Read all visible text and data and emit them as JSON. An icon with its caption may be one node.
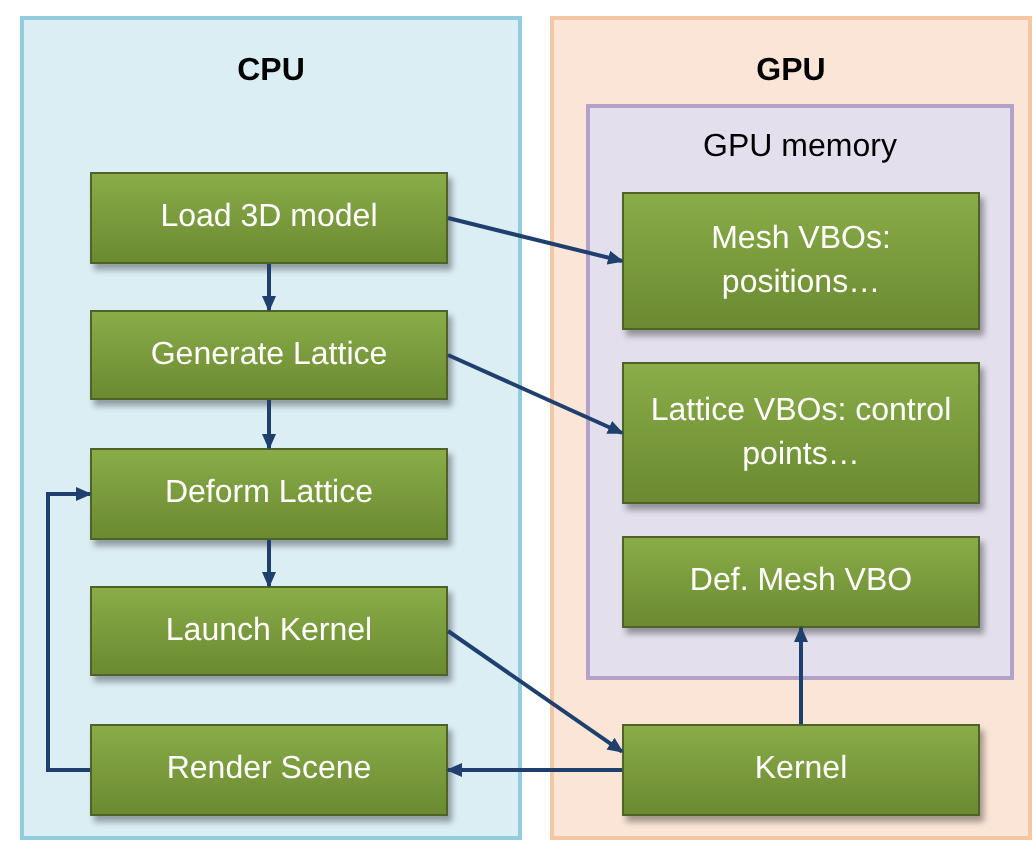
{
  "diagram": {
    "nodes": [
      {
        "text": [
          "CPU"
        ]
      },
      {
        "text": [
          "Load 3D model"
        ],
        "in": 0
      },
      {
        "text": [
          "Generate Lattice"
        ],
        "in": 0
      },
      {
        "text": [
          "Deform Lattice"
        ],
        "in": 0
      },
      {
        "text": [
          "Launch Kernel"
        ],
        "in": 0
      },
      {
        "text": [
          "Render Scene"
        ],
        "in": 0
      },
      {
        "text": [
          "GPU"
        ]
      },
      {
        "text": [
          "GPU memory"
        ],
        "in": 6
      },
      {
        "text": [
          "Mesh VBOs: positions…"
        ],
        "in": 7
      },
      {
        "text": [
          "Lattice VBOs: control points…"
        ],
        "in": 7
      },
      {
        "text": [
          "Def. Mesh VBO"
        ],
        "in": 7
      },
      {
        "text": [
          "Kernel"
        ],
        "in": 6
      }
    ],
    "edges": [
      {
        "from": 1,
        "to": 2,
        "arrow": "to"
      },
      {
        "from": 2,
        "to": 3,
        "arrow": "to"
      },
      {
        "from": 3,
        "to": 4,
        "arrow": "to"
      },
      {
        "from": 1,
        "to": 8,
        "arrow": "to"
      },
      {
        "from": 2,
        "to": 9,
        "arrow": "to"
      },
      {
        "from": 4,
        "to": 11,
        "arrow": "to"
      },
      {
        "from": 11,
        "to": 10,
        "arrow": "to"
      },
      {
        "from": 11,
        "to": 5,
        "arrow": "to"
      },
      {
        "from": 5,
        "to": 3,
        "arrow": "to"
      }
    ]
  }
}
